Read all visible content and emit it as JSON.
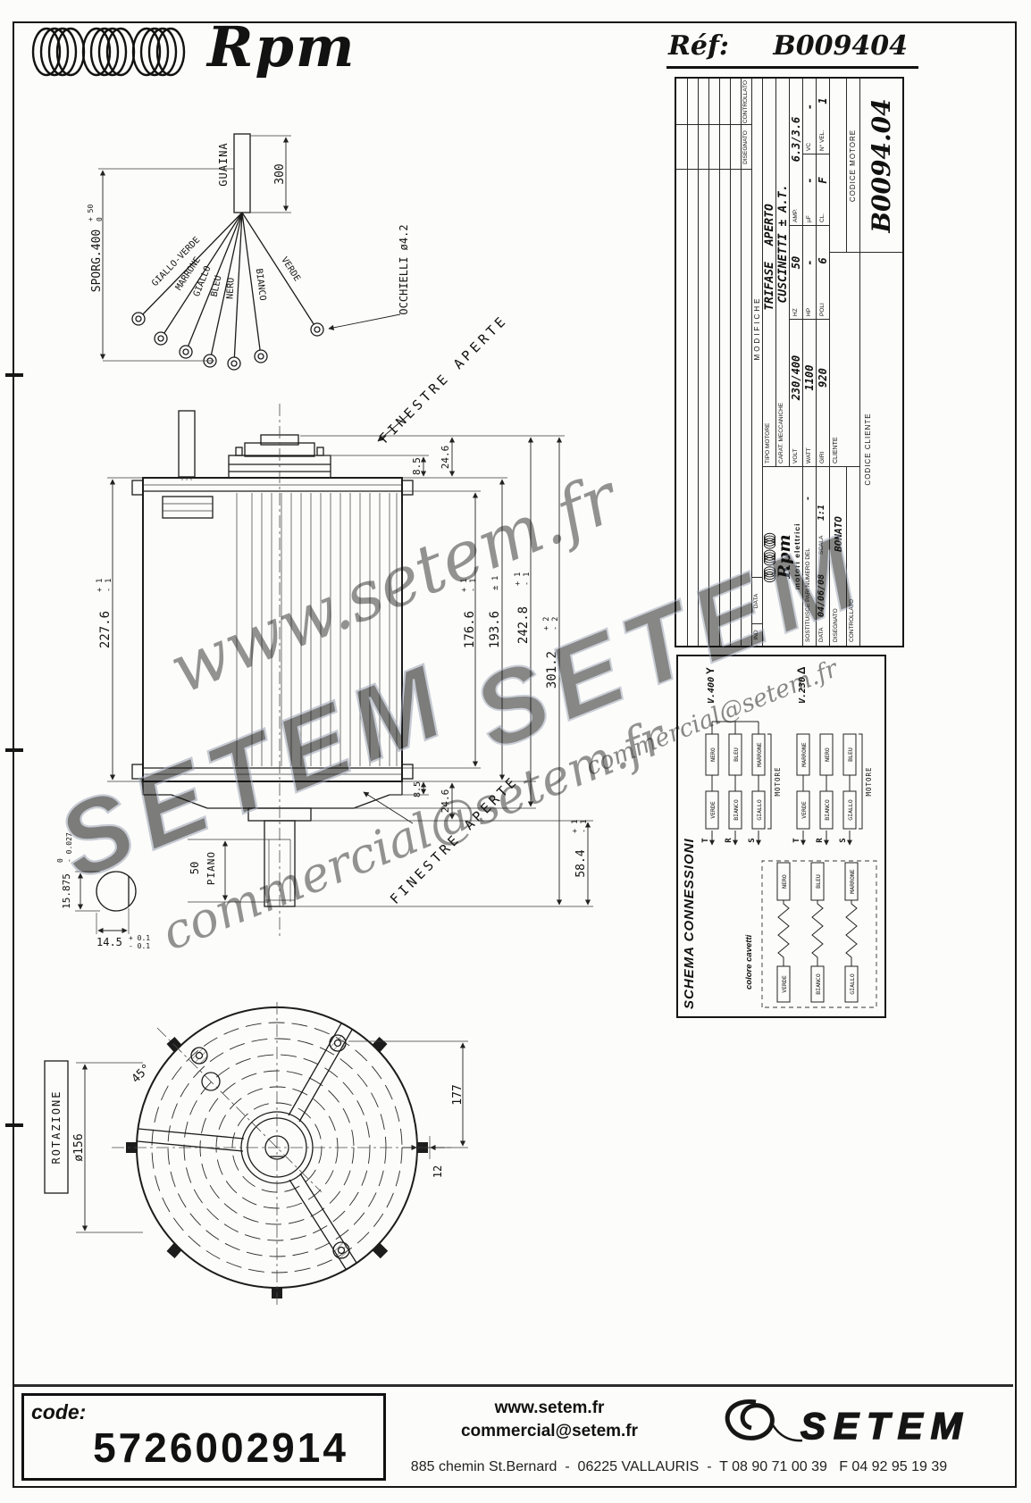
{
  "header": {
    "brand": "Rpm",
    "ref_label": "Réf:",
    "ref_value": "B009404"
  },
  "titleblock": {
    "rev": {
      "disegnato": "DISEGNATO",
      "controllato": "CONTROLLATO",
      "ind": "IND",
      "data": "DATA",
      "modifiche": "MODIFICHE"
    },
    "logo": {
      "brand": "Rpm",
      "sub": "motori elettrici"
    },
    "tipo_label": "TIPO MOTORE",
    "tipo": "TRIFASE APERTO",
    "carat_label": "CARAT. MECCANICHE",
    "carat": "CUSCINETTI ± A.T.",
    "volt_label": "VOLT",
    "volt": "230/400",
    "hz_label": "HZ",
    "hz": "50",
    "amp_label": "AMP.",
    "amp": "6.3/3.6",
    "watt_label": "WATT",
    "watt": "1100",
    "hp_label": "HP",
    "hp": "-",
    "uf_label": "µF",
    "uf": "-",
    "vc_label": "VC",
    "vc": "-",
    "giri_label": "GIRI",
    "giri": "920",
    "poli_label": "POLI",
    "poli": "6",
    "cl_label": "CL.",
    "cl": "F",
    "nvel_label": "N° VEL.",
    "nvel": "1",
    "cliente_label": "CLIENTE",
    "codice_motore_label": "CODICE MOTORE",
    "codice_motore": "B0094.04",
    "codice_cliente_label": "CODICE CLIENTE",
    "sost_label": "SOSTITUISCE PARI NUMERO DEL",
    "sost": "-",
    "data_label": "DATA",
    "data": "04/06/08",
    "scala_label": "SCALA",
    "scala": "1:1",
    "disegnato_label": "DISEGNATO",
    "disegnato": "BONATO",
    "controllato_label": "CONTROLLATO"
  },
  "cable": {
    "guaina": "GUAINA",
    "dim_300": "300",
    "sporg": "SPORG.400",
    "sporg_plus": "+ 50",
    "sporg_minus": "0",
    "wires": [
      "GIALLO-VERDE",
      "MARRONE",
      "GIALLO",
      "BLEU",
      "NERO",
      "BIANCO",
      "VERDE"
    ],
    "occhielli": "OCCHIELLI ø4.2"
  },
  "side": {
    "finestre": "FINESTRE APERTE",
    "d227": {
      "v": "227.6",
      "p": "+ 1",
      "m": "- 1"
    },
    "d85_top": "8.5",
    "d246_top": "24.6",
    "d176": {
      "v": "176.6",
      "p": "+ 1",
      "m": "- 1"
    },
    "d1936": {
      "v": "193.6",
      "t": "± 1"
    },
    "d2428": {
      "v": "242.8",
      "p": "+ 1",
      "m": "- 1"
    },
    "d3012": {
      "v": "301.2",
      "p": "+ 2",
      "m": "- 2"
    },
    "d85_bot": "8.5",
    "d246_bot": "24.6",
    "d584": {
      "v": "58.4",
      "p": "+ 1",
      "m": "- 1"
    },
    "d15875": {
      "v": "15.875",
      "p": "0",
      "m": "- 0.027"
    },
    "d50": "50",
    "piano": "PIANO",
    "d145": {
      "v": "14.5",
      "p": "+ 0.1",
      "m": "- 0.1"
    }
  },
  "front": {
    "rotazione": "ROTAZIONE",
    "dia": "ø156",
    "angle": "45°",
    "d177": "177",
    "d12": "12"
  },
  "schema": {
    "title": "SCHEMA CONNESSIONI",
    "star": {
      "label": "V.400",
      "symbol": "Y",
      "motore": "MOTORE",
      "rows": [
        {
          "t": "T",
          "a": "VERDE",
          "b": "NERO"
        },
        {
          "t": "R",
          "a": "BIANCO",
          "b": "BLEU"
        },
        {
          "t": "S",
          "a": "GIALLO",
          "b": "MARRONE"
        }
      ]
    },
    "delta": {
      "label": "V.230",
      "symbol": "Δ",
      "motore": "MOTORE",
      "rows": [
        {
          "t": "T",
          "a": "VERDE",
          "b": "MARRONE"
        },
        {
          "t": "R",
          "a": "BIANCO",
          "b": "NERO"
        },
        {
          "t": "S",
          "a": "GIALLO",
          "b": "BLEU"
        }
      ]
    },
    "cavetti": {
      "label": "colore cavetti",
      "rows": [
        {
          "a": "VERDE",
          "b": "NERO"
        },
        {
          "a": "BIANCO",
          "b": "BLEU"
        },
        {
          "a": "GIALLO",
          "b": "MARRONE"
        }
      ]
    }
  },
  "watermark": {
    "site": "www.setem.fr",
    "brand": "SETEM",
    "email": "commercial@setem.fr"
  },
  "footer": {
    "code_label": "code:",
    "code": "5726002914",
    "site": "www.setem.fr",
    "email": "commercial@setem.fr",
    "brand": "SETEM",
    "address": "885 chemin St.Bernard  -  06225 VALLAURIS  -  T 08 90 71 00 39   F 04 92 95 19 39"
  }
}
